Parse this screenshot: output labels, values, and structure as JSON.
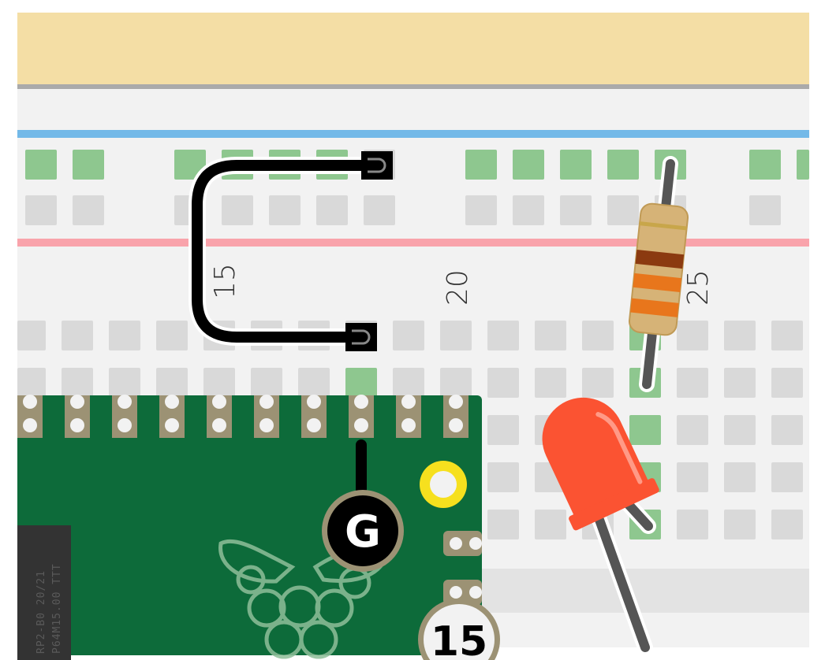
{
  "breadboard": {
    "column_labels": [
      "15",
      "20",
      "25"
    ],
    "rail_colors": {
      "top_strip": "#f4dea5",
      "blue_rail": "#73b9e8",
      "red_rail": "#f9a3ab",
      "hole_empty": "#d9d9d9",
      "hole_active": "#8ec78f"
    }
  },
  "pico": {
    "board_color": "#0d6b3a",
    "pad_color": "#9c9274",
    "chip_text_line1": "RP2-B0  20/21",
    "chip_text_line2": "P64M15.00 TTT",
    "pins": {
      "ground_label": "G",
      "gpio_label": "15"
    },
    "logo": "raspberry-pi-logo-icon"
  },
  "components": {
    "jumper_wire": {
      "color": "#000000"
    },
    "resistor": {
      "body_color": "#d6b377",
      "bands": [
        "#8b3a10",
        "#e8761c",
        "#e8761c",
        "#c8a64a"
      ]
    },
    "led": {
      "color": "#fb5332"
    },
    "ground_wire": {
      "color": "#000000"
    }
  }
}
